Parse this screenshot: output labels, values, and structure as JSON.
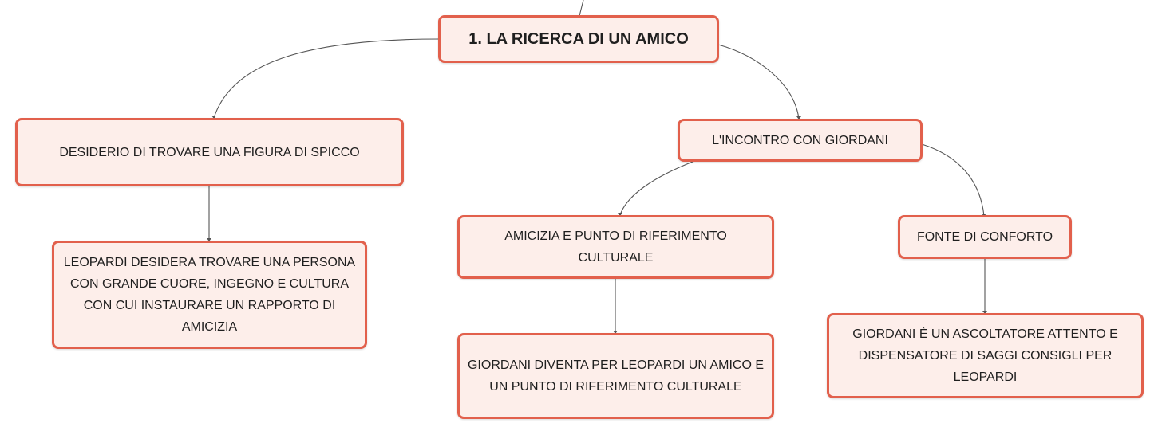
{
  "mindmap": {
    "root": {
      "label": "1. LA RICERCA DI UN AMICO"
    },
    "nodes": {
      "desiderio": {
        "label": "DESIDERIO DI TROVARE UNA FIGURA DI SPICCO"
      },
      "leopardi_desidera": {
        "label": "LEOPARDI DESIDERA TROVARE UNA PERSONA CON GRANDE CUORE, INGEGNO E CULTURA CON CUI INSTAURARE UN RAPPORTO DI AMICIZIA"
      },
      "incontro": {
        "label": "L'INCONTRO CON GIORDANI"
      },
      "amicizia": {
        "label": "AMICIZIA E PUNTO DI RIFERIMENTO CULTURALE"
      },
      "giordani_diventa": {
        "label": "GIORDANI DIVENTA PER LEOPARDI UN AMICO E UN PUNTO DI RIFERIMENTO CULTURALE"
      },
      "fonte": {
        "label": "FONTE DI CONFORTO"
      },
      "giordani_ascoltatore": {
        "label": "GIORDANI È UN ASCOLTATORE ATTENTO E DISPENSATORE DI SAGGI CONSIGLI PER LEOPARDI"
      }
    },
    "colors": {
      "node_border": "#e2604c",
      "node_fill": "#fdeeea",
      "connector": "#555555",
      "text": "#1f1f1f"
    }
  }
}
